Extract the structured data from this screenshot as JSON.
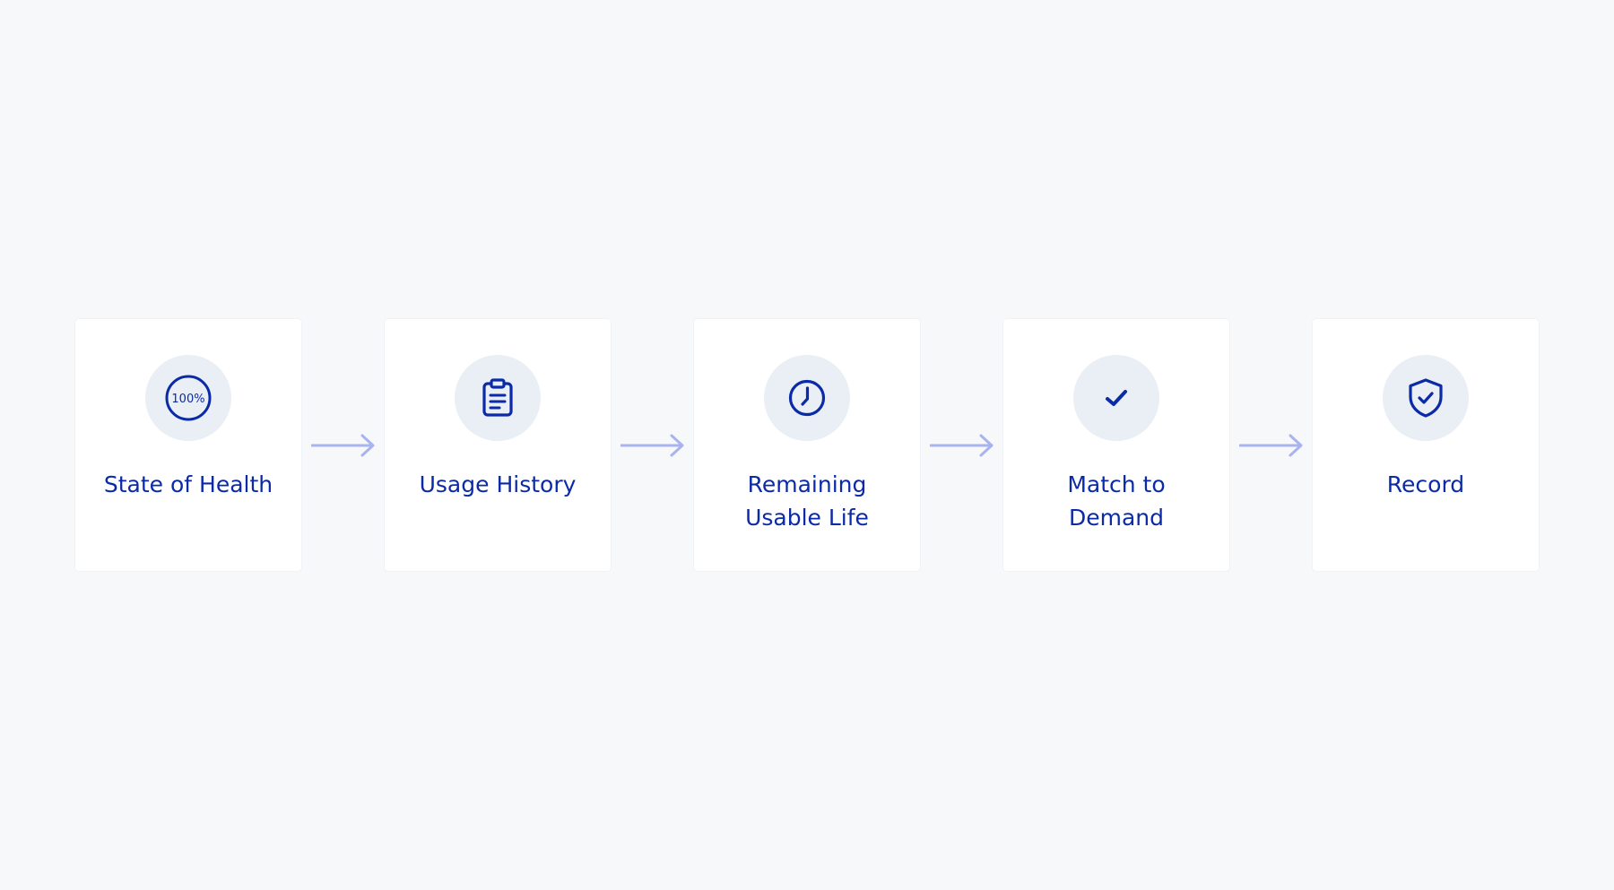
{
  "colors": {
    "background": "#f6f8fa",
    "card": "#ffffff",
    "icon_circle": "#eaeff5",
    "primary": "#0b2aa8",
    "arrow": "#a9b4ef"
  },
  "steps": [
    {
      "label": "State of Health",
      "icon": "battery-percent-icon",
      "icon_text": "100%"
    },
    {
      "label": "Usage History",
      "icon": "clipboard-icon"
    },
    {
      "label": "Remaining\nUsable Life",
      "icon": "clock-icon"
    },
    {
      "label": "Match to\nDemand",
      "icon": "checkmark-icon"
    },
    {
      "label": "Record",
      "icon": "shield-check-icon"
    }
  ],
  "connectors": [
    {
      "icon": "arrow-right-icon"
    },
    {
      "icon": "arrow-right-icon"
    },
    {
      "icon": "arrow-right-icon"
    },
    {
      "icon": "arrow-right-icon"
    }
  ]
}
